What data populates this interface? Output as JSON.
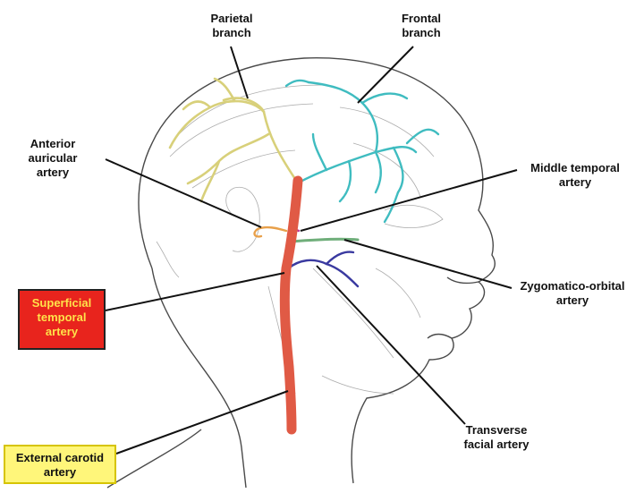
{
  "labels": {
    "parietal": [
      "Parietal",
      "branch"
    ],
    "frontal": [
      "Frontal",
      "branch"
    ],
    "anterior_auricular": [
      "Anterior",
      "auricular",
      "artery"
    ],
    "middle_temporal": [
      "Middle temporal",
      "artery"
    ],
    "zygomatico_orbital": [
      "Zygomatico-orbital",
      "artery"
    ],
    "superficial_temporal": [
      "Superficial",
      "temporal",
      "artery"
    ],
    "transverse_facial": [
      "Transverse",
      "facial artery"
    ],
    "external_carotid": [
      "External carotid",
      "artery"
    ]
  },
  "colors": {
    "superficial_temporal": "#e05a45",
    "parietal_branch": "#d8d07a",
    "frontal_branch": "#3fbcc0",
    "anterior_auricular": "#e8a04a",
    "middle_temporal": "#c03c9a",
    "zygomatico_orbital": "#6fae7a",
    "transverse_facial": "#3a3aa0",
    "label_box_red": "#e8241d",
    "label_box_red_text": "#ffe24a",
    "label_box_yellow": "#fff67a"
  }
}
